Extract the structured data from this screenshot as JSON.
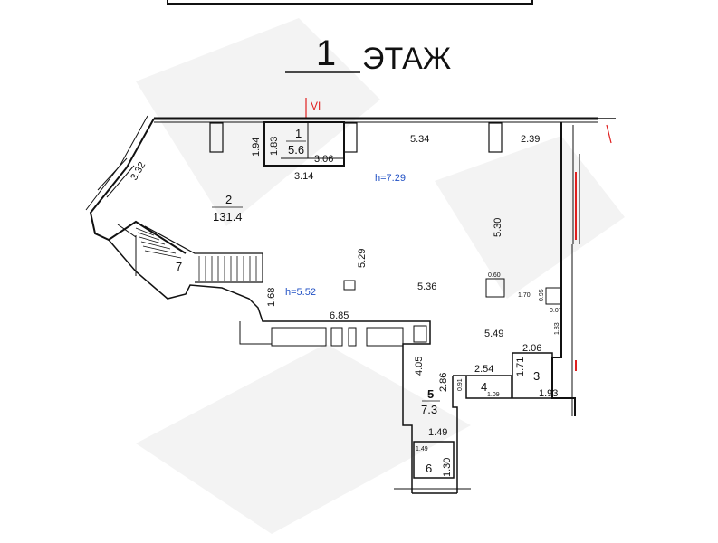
{
  "floor": {
    "number": "1",
    "word": "ЭТАЖ"
  },
  "axis_marker": "VI",
  "rooms": {
    "r1": {
      "number": "1",
      "area": "5.6"
    },
    "r2": {
      "number": "2",
      "area": "131.4"
    },
    "r3": {
      "number": "3"
    },
    "r4": {
      "number": "4"
    },
    "r5": {
      "number": "5",
      "area": "7.3"
    },
    "r6": {
      "number": "6"
    },
    "r7": {
      "number": "7"
    }
  },
  "heights": {
    "h1": "h=7.29",
    "h2": "h=5.52"
  },
  "dimensions": {
    "d194": "1.94",
    "d183a": "1.83",
    "d306": "3.06",
    "d314": "3.14",
    "d534": "5.34",
    "d239": "2.39",
    "d332": "3.32",
    "d530": "5.30",
    "d529": "5.29",
    "d536": "5.36",
    "d168": "1.68",
    "d685": "6.85",
    "d549": "5.49",
    "d206": "2.06",
    "d171": "1.71",
    "d193": "1.93",
    "d254": "2.54",
    "d405": "4.05",
    "d286": "2.86",
    "d149": "1.49",
    "d130": "1.30"
  },
  "small_dimensions": {
    "s060": "0.60",
    "s170": "1.70",
    "s095": "0.95",
    "s007": "0.07",
    "s183": "1.83",
    "s109": "1.09",
    "s091": "0.91",
    "s149": "1.49"
  },
  "colors": {
    "accent_red": "#e02020",
    "height_blue": "#1f4fc4",
    "watermark": "#f2f2f2"
  }
}
